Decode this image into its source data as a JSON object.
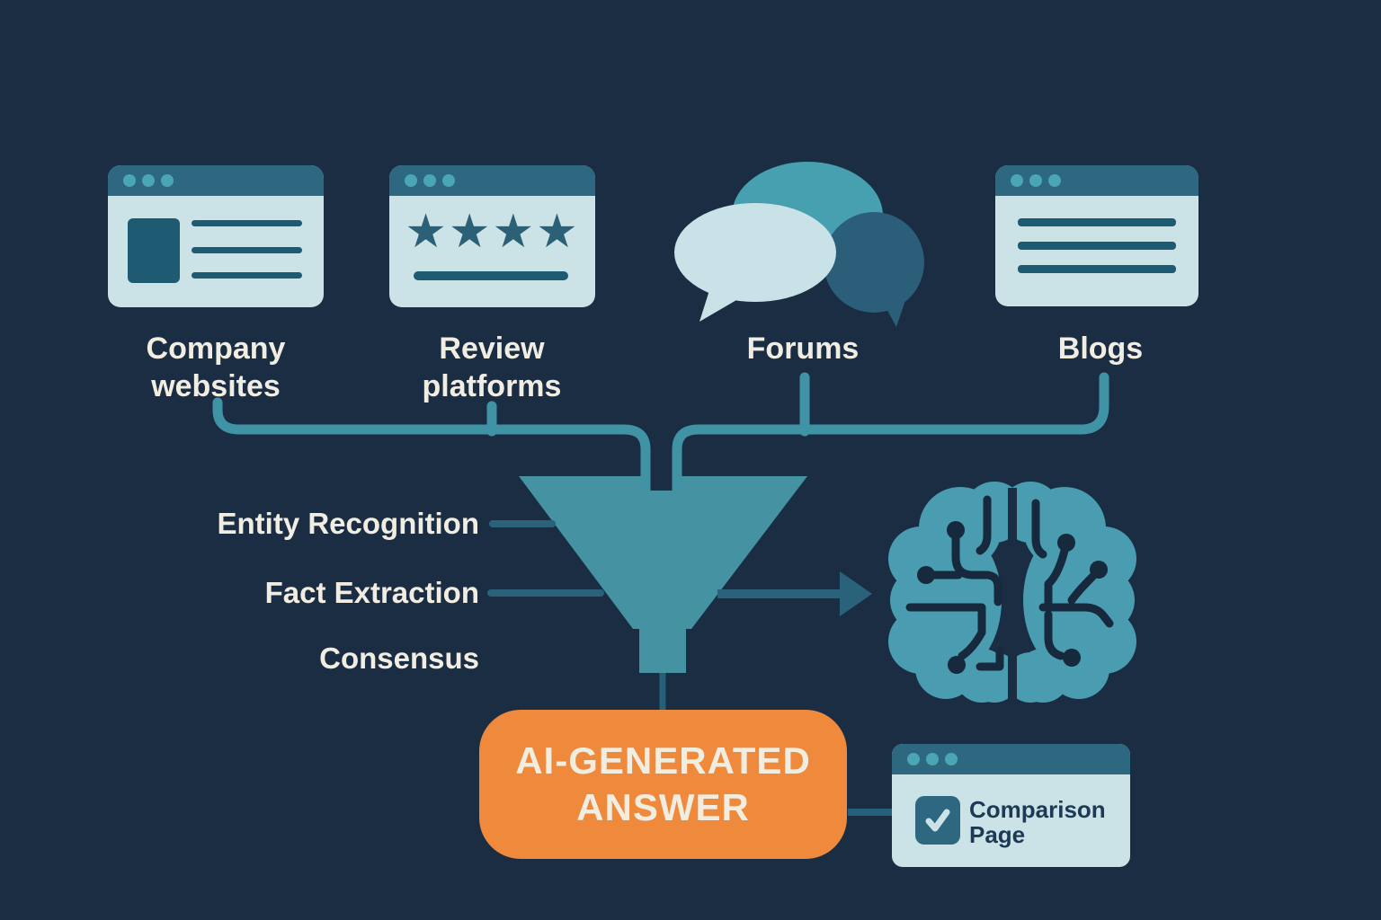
{
  "sources": [
    {
      "id": "company-websites",
      "label": "Company websites"
    },
    {
      "id": "review-platforms",
      "label": "Review platforms"
    },
    {
      "id": "forums",
      "label": "Forums"
    },
    {
      "id": "blogs",
      "label": "Blogs"
    }
  ],
  "pipeline": {
    "steps": [
      "Entity Recognition",
      "Fact Extraction",
      "Consensus"
    ]
  },
  "output": {
    "label": "AI-GENERATED ANSWER"
  },
  "result": {
    "label": "Comparison Page"
  },
  "icons": {
    "rating_stars": "★★★★",
    "checkmark": "✓",
    "window_dots": "browser-traffic-dots",
    "funnel": "funnel-icon",
    "brain": "ai-brain-circuit-icon",
    "speech_bubbles": "chat-bubbles-icon",
    "arrow": "arrow-right-icon"
  },
  "colors": {
    "background": "#1A2D43",
    "connector_teal": "#3F93A5",
    "funnel_teal": "#4492A2",
    "window_header": "#2D6780",
    "window_body": "#CBE2E6",
    "window_detail": "#1F5A73",
    "header_dot": "#4BA6B3",
    "bubble_light": "#C9E2E8",
    "bubble_mid": "#47A0B0",
    "bubble_dark": "#2A5E79",
    "brain": "#4A9DB0",
    "circuit": "#16293D",
    "orange": "#EF8A3D",
    "text_light": "#F2EDE2",
    "text_dark": "#1C3A55",
    "side_line": "#2A627C"
  }
}
